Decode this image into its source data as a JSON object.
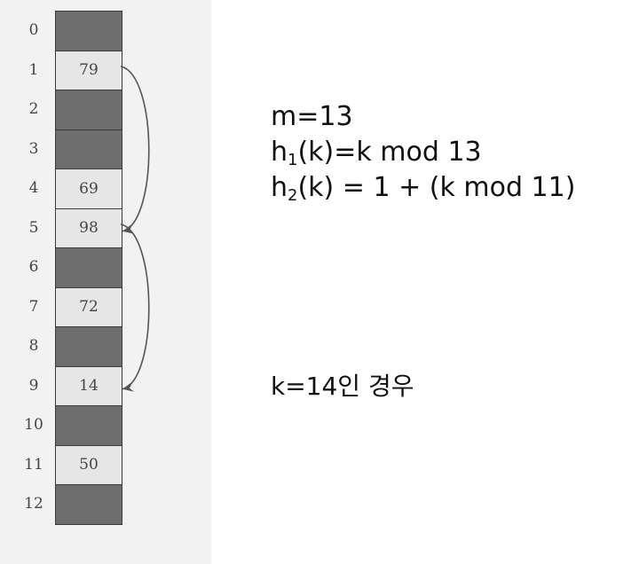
{
  "table": {
    "indices": [
      "0",
      "1",
      "2",
      "3",
      "4",
      "5",
      "6",
      "7",
      "8",
      "9",
      "10",
      "11",
      "12"
    ],
    "slots": [
      "",
      "79",
      "",
      "",
      "69",
      "98",
      "",
      "72",
      "",
      "14",
      "",
      "50",
      ""
    ]
  },
  "probe_sequence": [
    1,
    5,
    9
  ],
  "formulas": {
    "m": "m=13",
    "h1_h": "h",
    "h1_sub": "1",
    "h1_rest": "(k)=k mod 13",
    "h2_h": "h",
    "h2_sub": "2",
    "h2_rest": "(k) = 1 + (k mod 11)"
  },
  "example": "k=14인 경우",
  "colors": {
    "empty_slot": "#6e6e6e",
    "filled_slot": "#e6e6e6",
    "arrow": "#555555"
  }
}
